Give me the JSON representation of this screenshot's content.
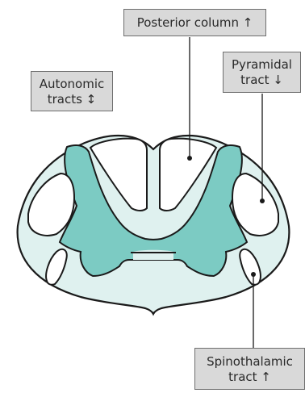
{
  "labels": {
    "posterior_column": "Posterior column ↑",
    "autonomic_line1": "Autonomic",
    "autonomic_line2": "tracts ↕",
    "pyramidal_line1": "Pyramidal",
    "pyramidal_line2": "tract ↓",
    "spinothalamic_line1": "Spinothalamic",
    "spinothalamic_line2": "tract ↑"
  },
  "colors": {
    "white_matter": "#dff1ef",
    "grey_matter": "#7ccbc3",
    "outline": "#1a1a1a",
    "label_bg": "#d9d9d9"
  }
}
